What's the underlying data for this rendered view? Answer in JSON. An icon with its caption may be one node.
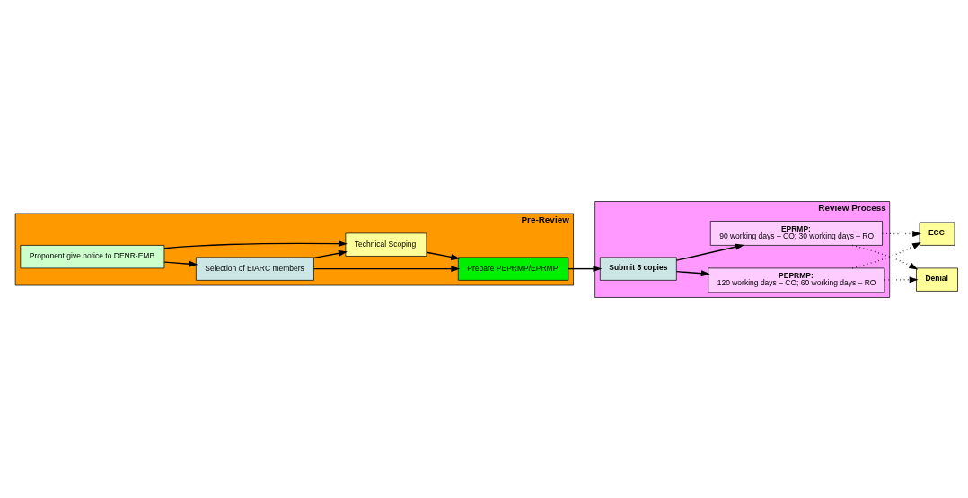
{
  "diagram": {
    "nodes": [
      {
        "text": [
          "Pre-Review"
        ]
      },
      {
        "text": [
          "Proponent give notice to DENR-EMB"
        ],
        "in": 0
      },
      {
        "text": [
          "Selection of EIARC members"
        ],
        "in": 0
      },
      {
        "text": [
          "Technical Scoping"
        ],
        "in": 0
      },
      {
        "text": [
          "Prepare PEPRMP/EPRMP"
        ],
        "in": 0
      },
      {
        "text": [
          "Review Process"
        ]
      },
      {
        "text": [
          "PEPRMP:",
          "120 working days – CO; 60 working days – RO"
        ],
        "in": 5
      },
      {
        "text": [
          "EPRMP:",
          "90 working days – CO; 30 working days – RO"
        ],
        "in": 5
      },
      {
        "text": [
          "Submit 5 copies"
        ],
        "in": 5
      },
      {
        "text": [
          "ECC"
        ]
      },
      {
        "text": [
          "Denial"
        ]
      }
    ],
    "edges": [
      {
        "from": 1,
        "to": 2,
        "arrow": "to"
      },
      {
        "from": 1,
        "to": 3,
        "arrow": "to"
      },
      {
        "from": 2,
        "to": 3,
        "arrow": "to"
      },
      {
        "from": 2,
        "to": 4,
        "arrow": "to"
      },
      {
        "from": 3,
        "to": 4,
        "arrow": "to"
      },
      {
        "from": 4,
        "to": 8,
        "arrow": "to"
      },
      {
        "from": 8,
        "to": 6,
        "arrow": "to"
      },
      {
        "from": 8,
        "to": 7,
        "arrow": "to"
      },
      {
        "from": 6,
        "to": 9,
        "arrow": "to",
        "style": "dashed"
      },
      {
        "from": 6,
        "to": 10,
        "arrow": "to",
        "style": "dashed"
      },
      {
        "from": 7,
        "to": 9,
        "arrow": "to",
        "style": "dashed"
      },
      {
        "from": 7,
        "to": 10,
        "arrow": "to",
        "style": "dashed"
      }
    ]
  }
}
